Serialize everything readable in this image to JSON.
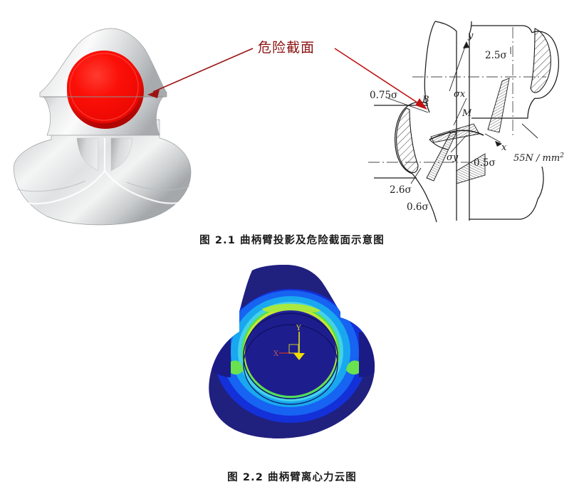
{
  "document": {
    "page_background": "#ffffff",
    "language": "zh-CN"
  },
  "figure_1": {
    "caption": "图 2.1 曲柄臂投影及危险截面示意图",
    "annotation_label": "危险截面",
    "annotation_color": "#8a1010",
    "left_panel": {
      "name": "crank-arm-3d-render",
      "body_color": "#d9dadb",
      "body_highlight": "#fdfdfd",
      "body_shadow": "#a9acae",
      "pin_color": "#fb0e08",
      "pin_shadow": "#c90a06",
      "section_line_color": "#8e9194"
    },
    "right_panel": {
      "name": "stress-distribution-line-drawing",
      "line_color": "#1c1c1c",
      "labels": [
        {
          "text": "y",
          "style": "italic-serif"
        },
        {
          "text": "x",
          "style": "italic-serif"
        },
        {
          "text": "B",
          "style": "italic-serif"
        },
        {
          "text": "M",
          "style": "italic-serif"
        },
        {
          "text": "σx",
          "style": "italic-serif"
        },
        {
          "text": "σy",
          "style": "italic-serif"
        },
        {
          "text": "0.75σ",
          "style": "serif"
        },
        {
          "text": "2.5σ",
          "style": "serif"
        },
        {
          "text": "0.5σ",
          "style": "serif"
        },
        {
          "text": "2.6σ",
          "style": "serif"
        },
        {
          "text": "0.6σ",
          "style": "serif"
        },
        {
          "text": "55N / mm²",
          "style": "italic-serif"
        }
      ]
    },
    "arrows": [
      {
        "name": "arrow-to-cad-section",
        "color": "#9b1414",
        "direction": "down-left"
      },
      {
        "name": "arrow-to-drawing-section",
        "color": "#c01212",
        "direction": "down-right"
      }
    ]
  },
  "figure_2": {
    "caption": "图 2.2 曲柄臂离心力云图",
    "plot": {
      "name": "centrifugal-force-contour-plot",
      "background_color": "#ffffff",
      "contour_colors": {
        "level_1_darkest": "#1a1a7e",
        "level_2_navy": "#212190",
        "level_3_blue": "#1430d8",
        "level_4_mid_blue": "#1763f2",
        "level_5_cyan": "#19a8ef",
        "level_6_light_cyan": "#45d2e8",
        "level_7_green": "#4fe05a",
        "level_8_yellow_green": "#c8e830"
      },
      "axis_triad": {
        "x_label": "X",
        "y_label": "Y",
        "x_color": "#b03030",
        "y_color": "#e8e020",
        "origin_marker_color": "#f0e000"
      }
    }
  }
}
